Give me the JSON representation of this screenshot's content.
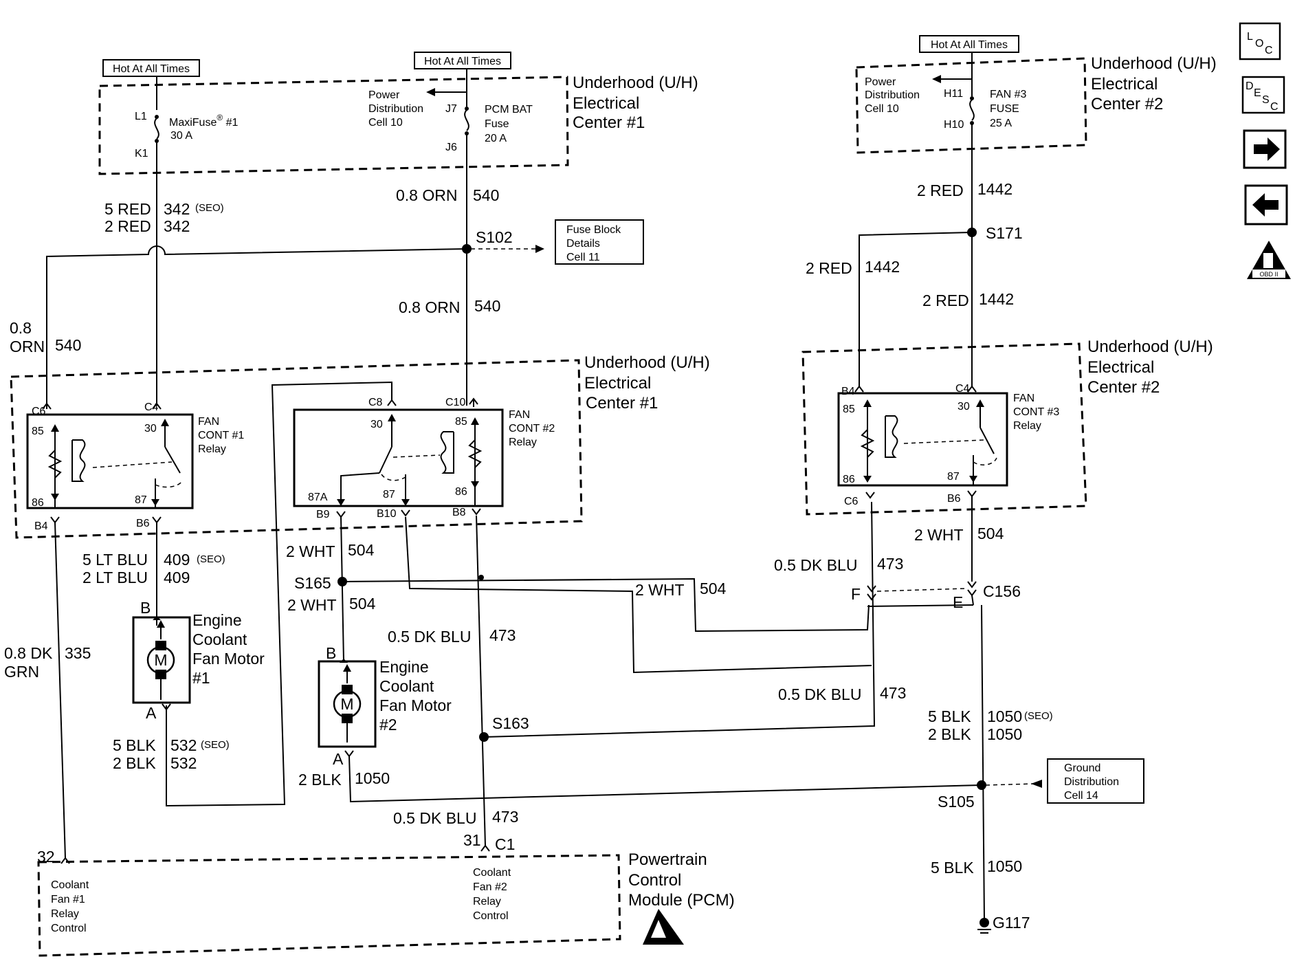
{
  "hot_at_all_times": "Hot At All Times",
  "uh1": {
    "l1": "Underhood (U/H)",
    "l2": "Electrical",
    "l3": "Center #1"
  },
  "uh2": {
    "l1": "Underhood (U/H)",
    "l2": "Electrical",
    "l3": "Center #2"
  },
  "power_dist": {
    "l1": "Power",
    "l2": "Distribution",
    "l3": "Cell 10"
  },
  "maxifuse": {
    "top_pin": "L1",
    "bot_pin": "K1",
    "name": "MaxiFuse",
    "reg": "®",
    "num": " #1",
    "rating": "30 A"
  },
  "pcm_bat_fuse": {
    "top_pin": "J7",
    "bot_pin": "J6",
    "l1": "PCM BAT",
    "l2": "Fuse",
    "l3": "20 A"
  },
  "fan3_fuse": {
    "top_pin": "H11",
    "bot_pin": "H10",
    "l1": "FAN #3",
    "l2": "FUSE",
    "l3": "25 A"
  },
  "fuse_block_ref": {
    "l1": "Fuse Block",
    "l2": "Details",
    "l3": "Cell 11"
  },
  "ground_ref": {
    "l1": "Ground",
    "l2": "Distribution",
    "l3": "Cell 14"
  },
  "relay1": {
    "l1": "FAN",
    "l2": "CONT #1",
    "l3": "Relay",
    "p85": "85",
    "p86": "86",
    "p30": "30",
    "p87": "87",
    "c6": "C6",
    "c4": "C4",
    "b4": "B4",
    "b6": "B6"
  },
  "relay2": {
    "l1": "FAN",
    "l2": "CONT #2",
    "l3": "Relay",
    "p30": "30",
    "p85": "85",
    "p87a": "87A",
    "p87": "87",
    "p86": "86",
    "c8": "C8",
    "c10": "C10",
    "b9": "B9",
    "b10": "B10",
    "b8": "B8"
  },
  "relay3": {
    "l1": "FAN",
    "l2": "CONT #3",
    "l3": "Relay",
    "p85": "85",
    "p86": "86",
    "p30": "30",
    "p87": "87",
    "b4": "B4",
    "c4": "C4",
    "c6": "C6",
    "b6": "B6"
  },
  "motor1": {
    "l1": "Engine",
    "l2": "Coolant",
    "l3": "Fan Motor",
    "l4": "#1",
    "symbol": "M",
    "top": "B",
    "bot": "A"
  },
  "motor2": {
    "l1": "Engine",
    "l2": "Coolant",
    "l3": "Fan Motor",
    "l4": "#2",
    "symbol": "M",
    "top": "B",
    "bot": "A"
  },
  "pcm": {
    "l1": "Powertrain",
    "l2": "Control",
    "l3": "Module (PCM)",
    "pin32": "32",
    "pin31": "31",
    "conn": "C1",
    "out1": [
      "Coolant",
      "Fan #1",
      "Relay",
      "Control"
    ],
    "out2": [
      "Coolant",
      "Fan #2",
      "Relay",
      "Control"
    ]
  },
  "splices": {
    "s102": "S102",
    "s171": "S171",
    "s165": "S165",
    "s163": "S163",
    "s105": "S105",
    "c156": "C156",
    "g117": "G117",
    "f": "F",
    "e": "E"
  },
  "wires": {
    "w342a": {
      "g": "5 RED",
      "c": "342",
      "n": "(SEO)"
    },
    "w342b": {
      "g": "2 RED",
      "c": "342"
    },
    "w540a": {
      "g": "0.8 ORN",
      "c": "540"
    },
    "w540b": {
      "g": "0.8 ORN",
      "c": "540"
    },
    "w540c": {
      "g1": "0.8",
      "g2": "ORN",
      "c": "540"
    },
    "w1442a": {
      "g": "2 RED",
      "c": "1442"
    },
    "w1442b": {
      "g": "2 RED",
      "c": "1442"
    },
    "w1442c": {
      "g": "2 RED",
      "c": "1442"
    },
    "w409a": {
      "g": "5 LT BLU",
      "c": "409",
      "n": "(SEO)"
    },
    "w409b": {
      "g": "2 LT BLU",
      "c": "409"
    },
    "w335": {
      "g1": "0.8 DK",
      "g2": "GRN",
      "c": "335"
    },
    "w532a": {
      "g": "5 BLK",
      "c": "532",
      "n": "(SEO)"
    },
    "w532b": {
      "g": "2 BLK",
      "c": "532"
    },
    "w504a": {
      "g": "2 WHT",
      "c": "504"
    },
    "w504b": {
      "g": "2 WHT",
      "c": "504"
    },
    "w504c": {
      "g": "2 WHT",
      "c": "504"
    },
    "w504d": {
      "g": "2 WHT",
      "c": "504"
    },
    "w473a": {
      "g": "0.5 DK BLU",
      "c": "473"
    },
    "w473b": {
      "g": "0.5 DK BLU",
      "c": "473"
    },
    "w473c": {
      "g": "0.5 DK BLU",
      "c": "473"
    },
    "w473d": {
      "g": "0.5 DK BLU",
      "c": "473"
    },
    "w1050a": {
      "g": "2 BLK",
      "c": "1050"
    },
    "w1050b": {
      "g": "5 BLK",
      "c": "1050",
      "n": "(SEO)"
    },
    "w1050c": {
      "g": "2 BLK",
      "c": "1050"
    },
    "w1050d": {
      "g": "5 BLK",
      "c": "1050"
    }
  },
  "nav": {
    "loc": [
      "L",
      "O",
      "C"
    ],
    "desc": [
      "D",
      "E",
      "S",
      "C"
    ],
    "obd": "OBD II"
  }
}
